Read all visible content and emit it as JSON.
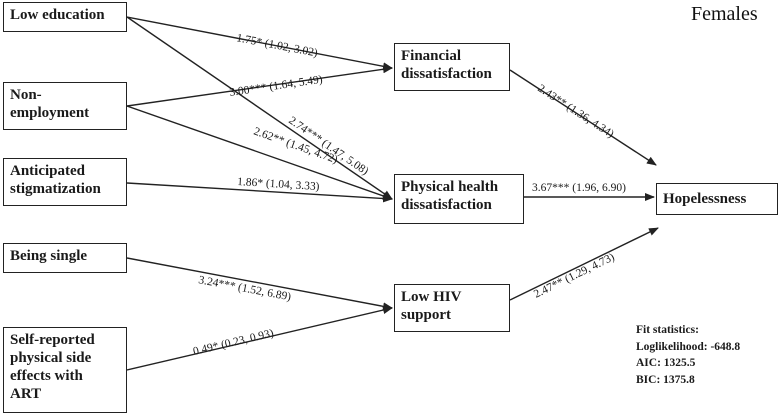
{
  "panel_title": "Females",
  "nodes": {
    "low_education": [
      "Low education"
    ],
    "non_employment": [
      "Non-",
      "employment"
    ],
    "anticipated_stigmatization": [
      "Anticipated",
      "stigmatization"
    ],
    "being_single": [
      "Being single"
    ],
    "side_effects": [
      "Self-reported",
      "physical side",
      "effects with",
      "ART"
    ],
    "financial": [
      "Financial",
      "dissatisfaction"
    ],
    "physical_health": [
      "Physical health",
      "dissatisfaction"
    ],
    "low_hiv_support": [
      "Low HIV",
      "support"
    ],
    "hopelessness": [
      "Hopelessness"
    ]
  },
  "edges": {
    "edu_fin": "1.75* (1.02, 3.02)",
    "emp_fin": "3.00*** (1.64, 5.49)",
    "edu_phys": "2.74*** (1.47, 5.08)",
    "emp_phys": "2.62** (1.45, 4.72)",
    "stig_phys": "1.86* (1.04, 3.33)",
    "fin_hope": "2.43** (1.36, 4.34)",
    "phys_hope": "3.67*** (1.96, 6.90)",
    "single_supp": "3.24*** (1.52, 6.89)",
    "side_supp": "0.49* (0.23, 0.93)",
    "supp_hope": "2.47** (1.29, 4.73)"
  },
  "fit_statistics": {
    "heading": "Fit statistics:",
    "loglikelihood": "Loglikelihood: -648.8",
    "aic": "AIC: 1325.5",
    "bic": "BIC: 1375.8"
  }
}
